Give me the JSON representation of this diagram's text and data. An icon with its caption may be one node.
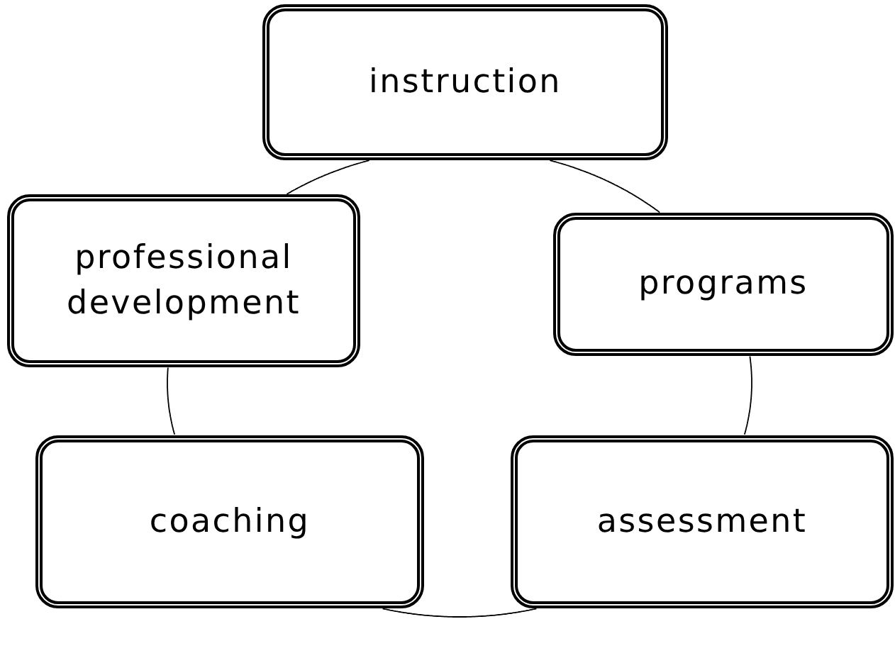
{
  "diagram": {
    "nodes": [
      {
        "text": [
          "instruction"
        ]
      },
      {
        "text": [
          "professional development"
        ]
      },
      {
        "text": [
          "programs"
        ]
      },
      {
        "text": [
          "coaching"
        ]
      },
      {
        "text": [
          "assessment"
        ]
      }
    ],
    "edges": [
      {
        "from": 0,
        "to": 2,
        "arrow": "none"
      },
      {
        "from": 2,
        "to": 4,
        "arrow": "none"
      },
      {
        "from": 4,
        "to": 3,
        "arrow": "none"
      },
      {
        "from": 3,
        "to": 1,
        "arrow": "none"
      },
      {
        "from": 1,
        "to": 0,
        "arrow": "none"
      }
    ]
  }
}
